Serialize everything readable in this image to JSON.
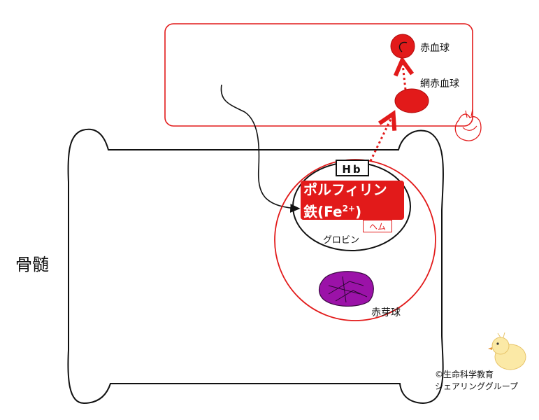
{
  "labels": {
    "bone_marrow": "骨髄",
    "red_blood_cell": "赤血球",
    "reticulocyte": "網赤血球",
    "hemoglobin": "Hb",
    "porphyrin": "ポルフィリン",
    "iron_prefix": "鉄(Fe",
    "iron_charge": "2+",
    "iron_suffix": ")",
    "heme": "ヘム",
    "globin": "グロビン",
    "erythroblast": "赤芽球"
  },
  "credit": {
    "line1": "©生命科学教育",
    "line2": "シェアリンググループ"
  },
  "colors": {
    "accent_red": "#e21a1a",
    "nucleus_purple": "#9b12a8",
    "outline": "#111111"
  },
  "icons": [
    "heart-icon",
    "chick-mascot-icon"
  ]
}
